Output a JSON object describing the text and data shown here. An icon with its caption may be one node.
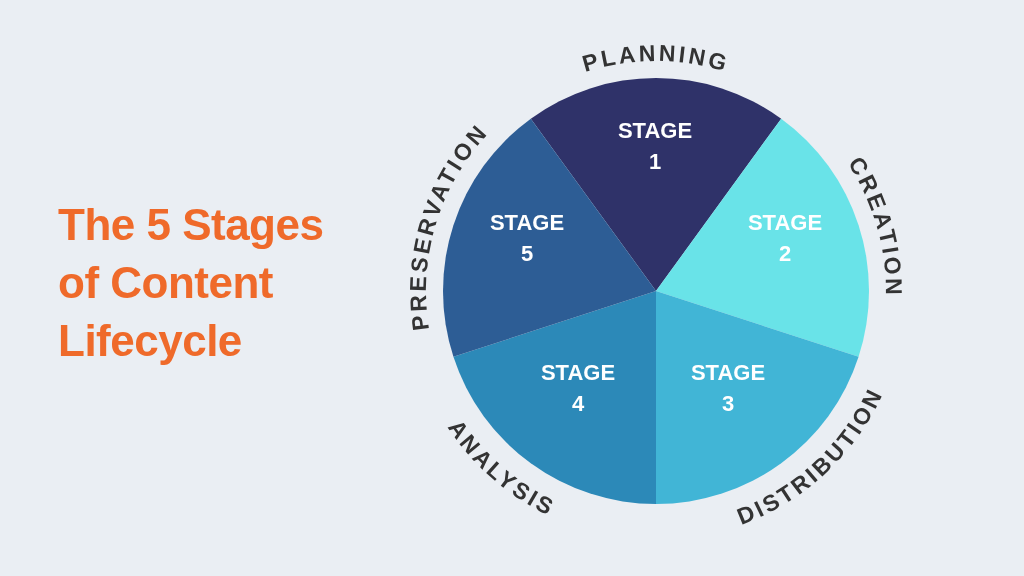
{
  "diagram": {
    "title": "The 5 Stages of Content Lifecycle",
    "nodes": [
      {
        "text": [
          "STAGE 1"
        ],
        "beside": [
          "PLANNING"
        ]
      },
      {
        "text": [
          "STAGE 2"
        ],
        "beside": [
          "CREATION"
        ]
      },
      {
        "text": [
          "STAGE 3"
        ],
        "beside": [
          "DISTRIBUTION"
        ]
      },
      {
        "text": [
          "STAGE 4"
        ],
        "beside": [
          "ANALYSIS"
        ]
      },
      {
        "text": [
          "STAGE 5"
        ],
        "beside": [
          "PRESERVATION"
        ]
      }
    ],
    "edges": []
  }
}
